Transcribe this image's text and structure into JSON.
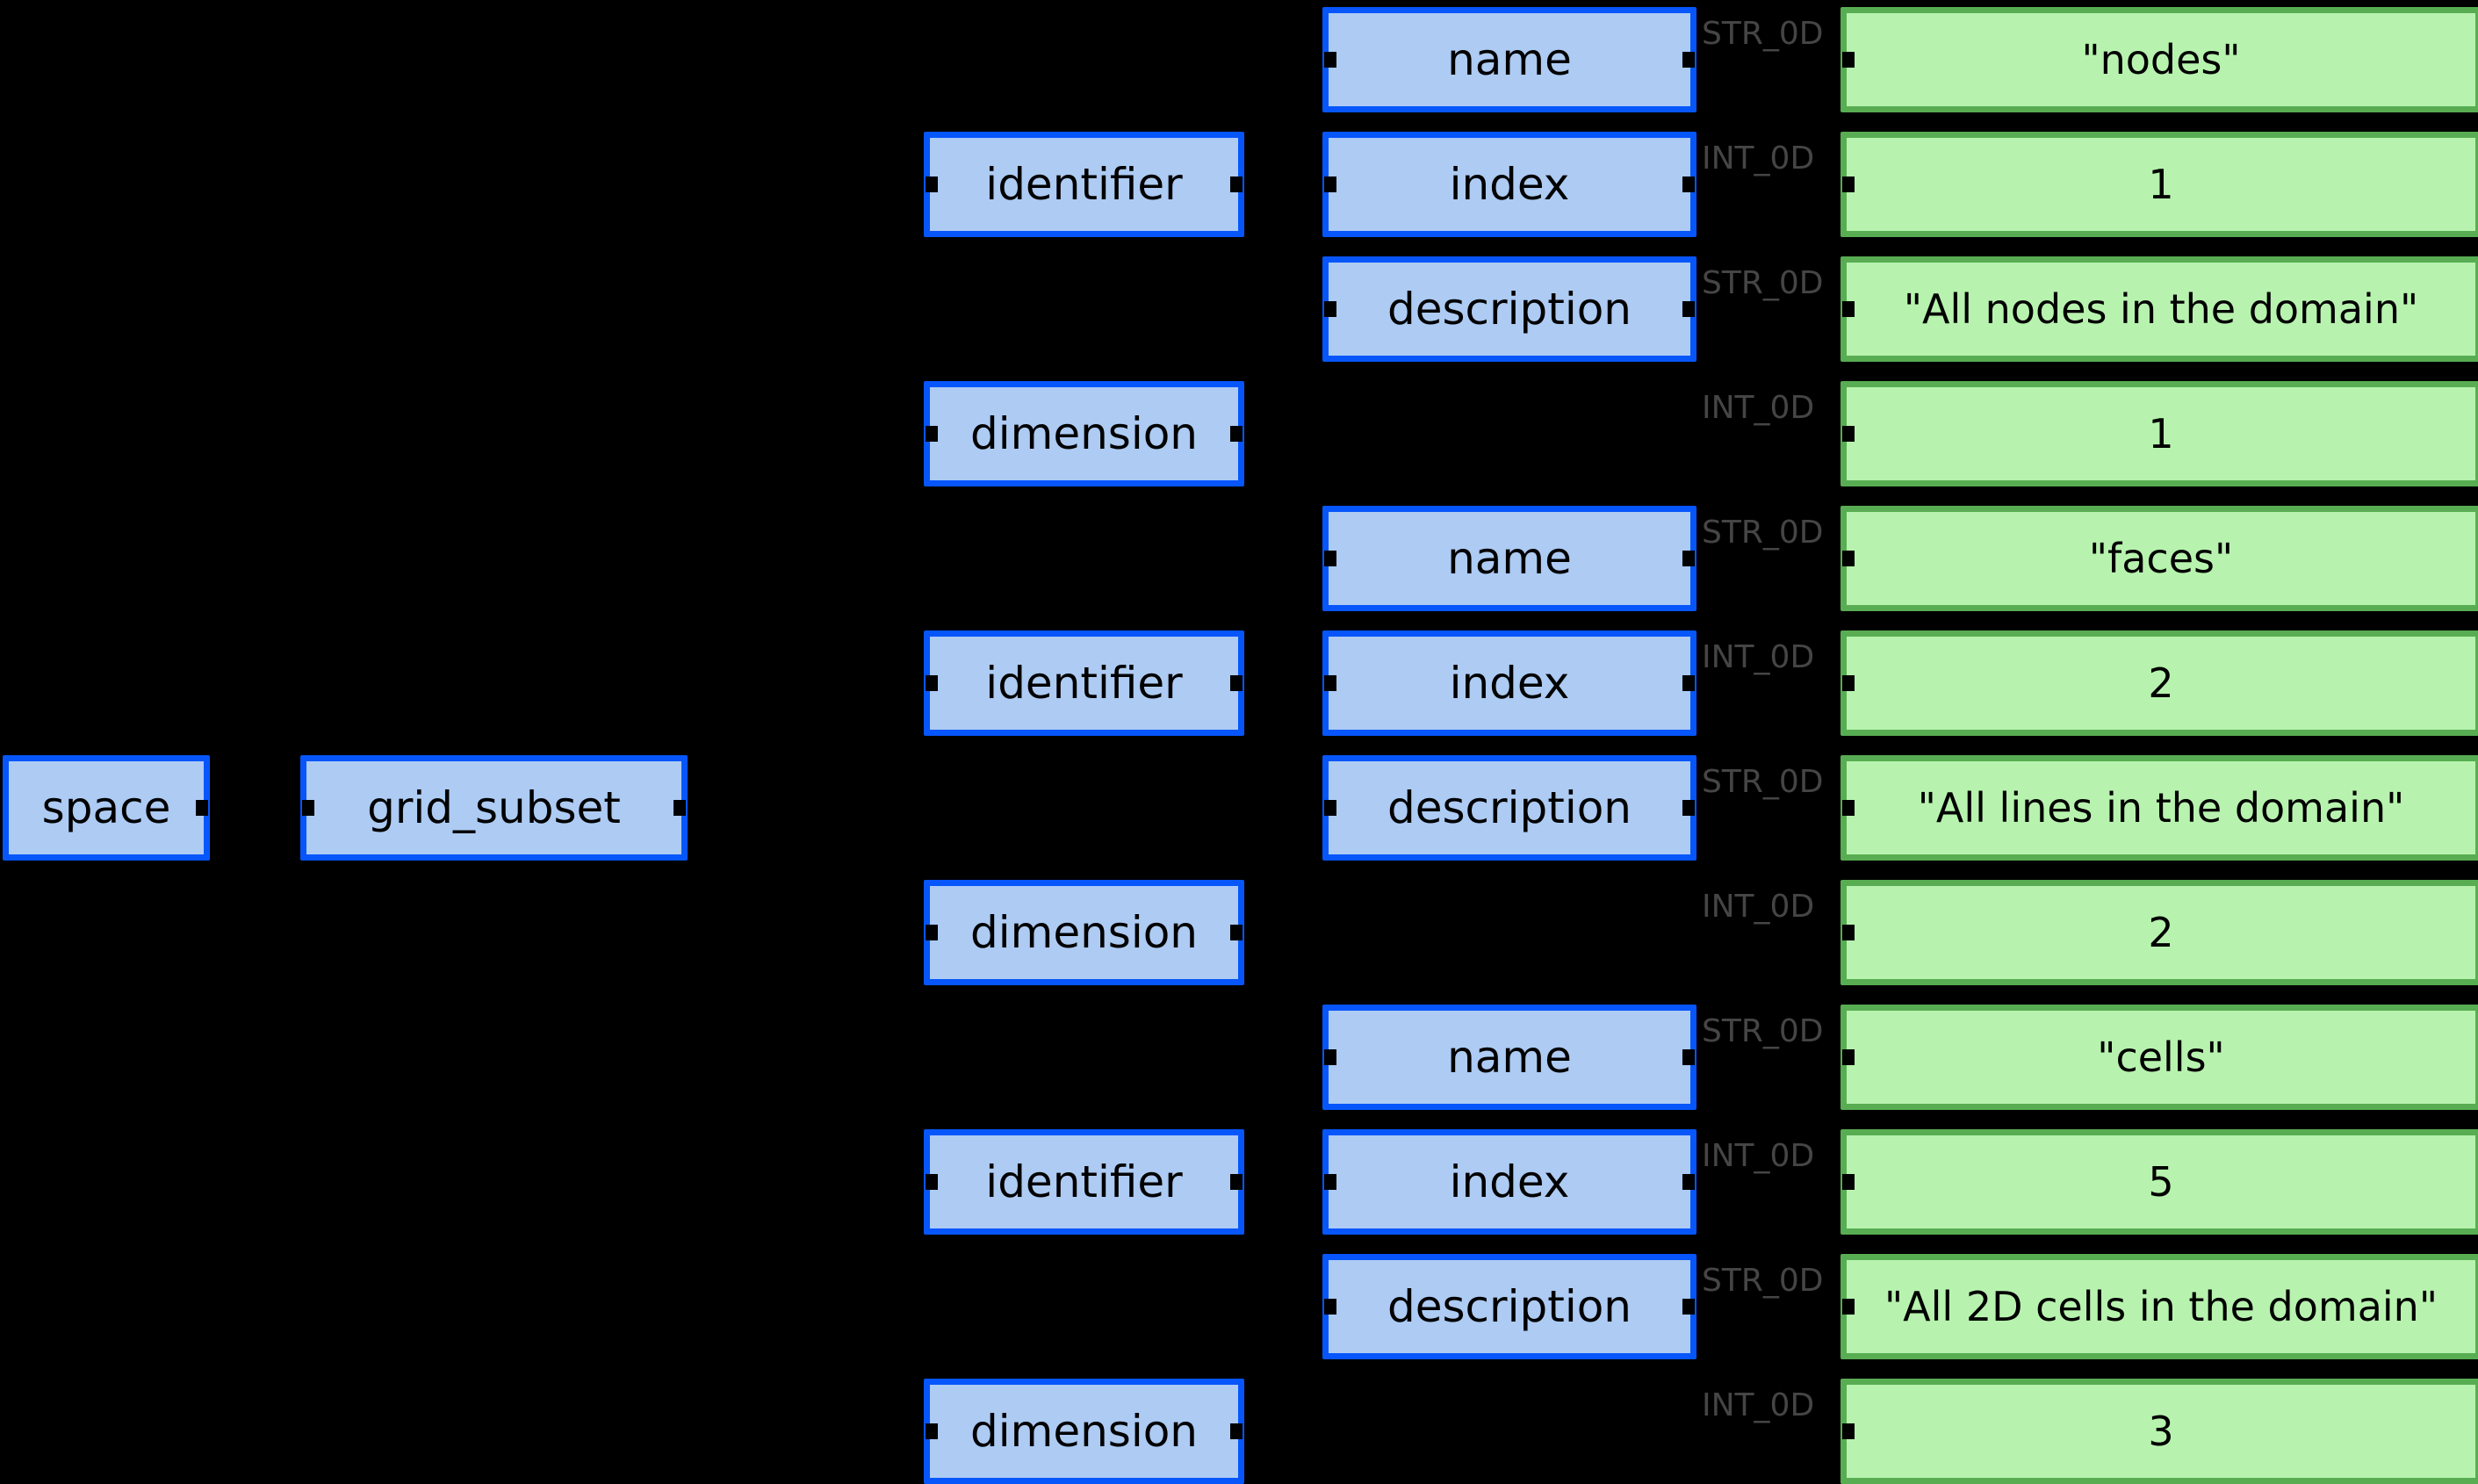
{
  "diagram": {
    "root": {
      "label": "space"
    },
    "subset": {
      "label": "grid_subset"
    },
    "rows": [
      {
        "field": "name",
        "type": "STR_0D",
        "value": "\"nodes\""
      },
      {
        "node": "identifier",
        "field": "index",
        "type": "INT_0D",
        "value": "1"
      },
      {
        "field": "description",
        "type": "STR_0D",
        "value": "\"All nodes in the domain\""
      },
      {
        "node": "dimension",
        "type": "INT_0D",
        "value": "1"
      },
      {
        "field": "name",
        "type": "STR_0D",
        "value": "\"faces\""
      },
      {
        "node": "identifier",
        "field": "index",
        "type": "INT_0D",
        "value": "2"
      },
      {
        "field": "description",
        "type": "STR_0D",
        "value": "\"All lines in the domain\""
      },
      {
        "node": "dimension",
        "type": "INT_0D",
        "value": "2"
      },
      {
        "field": "name",
        "type": "STR_0D",
        "value": "\"cells\""
      },
      {
        "node": "identifier",
        "field": "index",
        "type": "INT_0D",
        "value": "5"
      },
      {
        "field": "description",
        "type": "STR_0D",
        "value": "\"All 2D cells in the domain\""
      },
      {
        "node": "dimension",
        "type": "INT_0D",
        "value": "3"
      }
    ],
    "palette": {
      "background": "#000000",
      "node_fill": "#adcbf3",
      "node_border": "#0656fb",
      "leaf_fill": "#b7f3ae",
      "leaf_border": "#58ad52",
      "type_label_color": "#454545",
      "text_color": "#000000"
    }
  }
}
